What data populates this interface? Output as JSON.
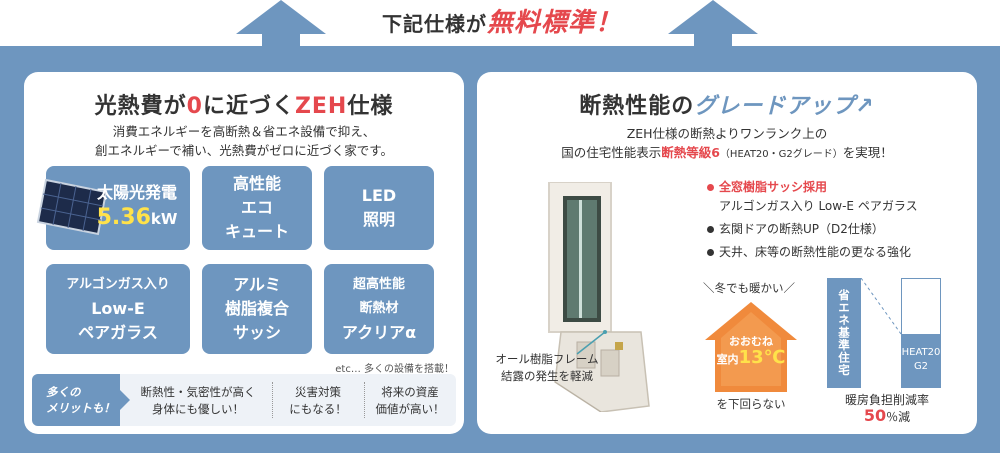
{
  "header": {
    "title_prefix": "下記仕様が",
    "title_accent": "無料標準！"
  },
  "left_panel": {
    "title_part1": "光熱費が",
    "title_zero": "0",
    "title_part2": "に近づく",
    "title_zeh": "ZEH",
    "title_part3": "仕様",
    "desc_line1": "消費エネルギーを高断熱＆省エネ設備で抑え、",
    "desc_line2": "創エネルギーで補い、光熱費がゼロに近づく家です。",
    "tiles": {
      "solar_line1": "太陽光発電",
      "solar_value": "5.36",
      "solar_unit": "kW",
      "ecocute_l1": "高性能",
      "ecocute_l2": "エコ",
      "ecocute_l3": "キュート",
      "led_l1": "LED",
      "led_l2": "照明",
      "glass_l1": "アルゴンガス入り",
      "glass_l2": "Low-E",
      "glass_l3": "ペアガラス",
      "sash_l1": "アルミ",
      "sash_l2": "樹脂複合",
      "sash_l3": "サッシ",
      "insul_l1": "超高性能",
      "insul_l2": "断熱材",
      "insul_l3": "アクリアα"
    },
    "etc_text": "etc… 多くの設備を搭載！",
    "merit": {
      "badge_l1": "多くの",
      "badge_l2": "メリットも！",
      "item1_l1": "断熱性・気密性が高く",
      "item1_l2": "身体にも優しい！",
      "item2_l1": "災害対策",
      "item2_l2": "にもなる！",
      "item3_l1": "将来の資産",
      "item3_l2": "価値が高い！"
    }
  },
  "right_panel": {
    "title_part1": "断熱性能の",
    "title_part2": "グレードアップ",
    "desc_line1": "ZEH仕様の断熱よりワンランク上の",
    "desc_line2_a": "国の住宅性能表示",
    "desc_line2_red": "断熱等級6",
    "desc_line2_small": "（HEAT20・G2グレード）",
    "desc_line2_b": "を実現！",
    "frame_label_l1": "オール樹脂フレーム",
    "frame_label_l2": "結露の発生を軽減",
    "bullets": {
      "b1_red": "全窓樹脂サッシ採用",
      "b1_sub": "アルゴンガス入り Low-E ペアガラス",
      "b2": "玄関ドアの断熱UP（D2仕様）",
      "b3": "天井、床等の断熱性能の更なる強化"
    },
    "winter_text": "＼冬でも暖かい／",
    "house_l1": "おおむね",
    "house_l2": "室内",
    "house_temp": "13℃",
    "below_text": "を下回らない",
    "bar_tall_label": "省エネ基準住宅",
    "bar_short_l1": "HEAT20",
    "bar_short_l2": "G2",
    "reduce_l1": "暖房負担削減率",
    "reduce_pct": "50",
    "reduce_suffix": "％減"
  },
  "colors": {
    "band": "#6e96bf",
    "accent_red": "#e5484d",
    "highlight_yellow": "#ffe24a"
  }
}
